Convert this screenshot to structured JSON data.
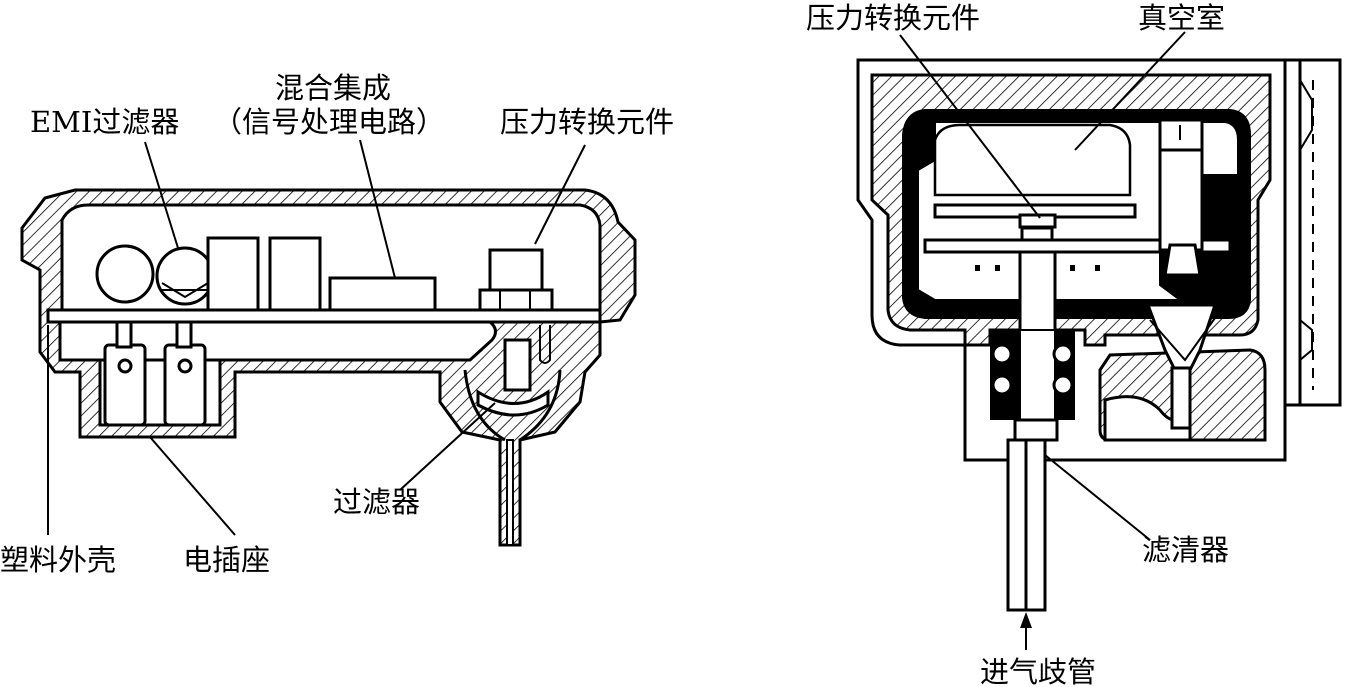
{
  "left_diagram": {
    "labels": {
      "hybrid_ic_line1": "混合集成",
      "hybrid_ic_line2": "（信号处理电路）",
      "emi_filter": "EMI过滤器",
      "pressure_element": "压力转换元件",
      "filter": "过滤器",
      "plastic_housing": "塑料外壳",
      "electrical_socket": "电插座"
    }
  },
  "right_diagram": {
    "labels": {
      "pressure_element": "压力转换元件",
      "vacuum_chamber": "真空室",
      "filter": "滤清器",
      "intake_manifold": "进气歧管"
    }
  }
}
